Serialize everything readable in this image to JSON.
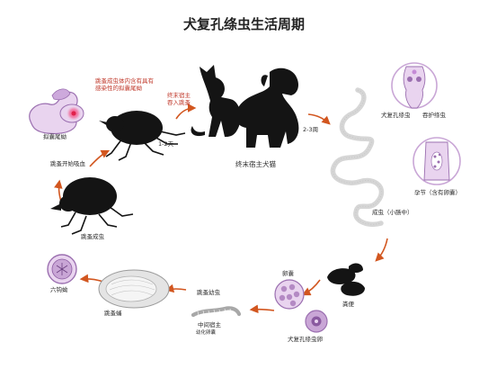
{
  "title": "犬复孔绦虫生活周期",
  "labels": {
    "proglottid_bag": "跳蚤成虫体内含有具有\n感染性的拟囊尾蚴",
    "cysticercoid": "拟囊尾蚴",
    "days": "1-2天",
    "host_ingest": "终末宿主\n吞入跳蚤",
    "definitive_host": "终末宿主犬猫",
    "weeks": "2-3周",
    "scolex": "犬复孔绦虫",
    "rostellum": "吞护绦虫",
    "gravid": "孕节（含有卵囊）",
    "adult": "成虫（小肠中）",
    "flea_feeding": "跳蚤开始吸血",
    "adult_flea": "跳蚤成虫",
    "feces": "粪便",
    "egg_capsule": "卵囊",
    "egg": "犬复孔绦虫卵",
    "flea_larva": "跳蚤幼虫",
    "intermediate_host": "中间宿主",
    "intermediate_host_sub": "幼化卵囊",
    "oncosphere": "六钩蚴",
    "pupa": "跳蚤蛹"
  },
  "colors": {
    "arrow": "#d2561f",
    "parasite_purple": "#9b6fb0",
    "parasite_light": "#e9d4ef",
    "silhouette": "#141414",
    "worm_gray": "#d6d6d6"
  }
}
